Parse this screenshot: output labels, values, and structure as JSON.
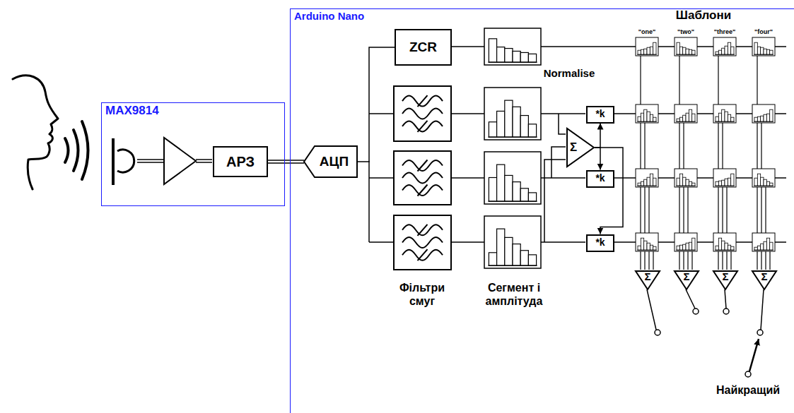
{
  "diagram": {
    "nodes": [
      {
        "text": [
          "MAX9814"
        ]
      },
      {
        "text": [
          "АРЗ"
        ],
        "in": 0
      },
      {
        "text": [
          "Arduino Nano"
        ]
      },
      {
        "text": [
          "АЦП"
        ],
        "in": 2
      },
      {
        "text": [
          "ZCR"
        ],
        "in": 2
      },
      {
        "text": [
          "Σ"
        ],
        "in": 2
      },
      {
        "text": [
          "*k"
        ],
        "in": 2
      },
      {
        "text": [
          "*k"
        ],
        "in": 2
      },
      {
        "text": [
          "*k"
        ],
        "in": 2
      },
      {
        "text": [
          "Σ"
        ],
        "in": 2
      },
      {
        "text": [
          "Σ"
        ],
        "in": 2
      },
      {
        "text": [
          "Σ"
        ],
        "in": 2
      },
      {
        "text": [
          "Σ"
        ],
        "in": 2
      }
    ],
    "edges": [
      {
        "from": 1,
        "to": 3,
        "arrow": "none"
      },
      {
        "from": 3,
        "to": 4,
        "arrow": "none"
      },
      {
        "from": 5,
        "to": 6,
        "arrow": "to"
      },
      {
        "from": 5,
        "to": 7,
        "arrow": "to"
      },
      {
        "from": 5,
        "to": 8,
        "arrow": "to"
      }
    ],
    "labels": [
      "Фільтри смуг",
      "Сегмент і амплітуда",
      "Normalise",
      "Шаблони",
      "\"one\"",
      "\"two\"",
      "\"three\"",
      "\"four\"",
      "Найкращий"
    ]
  }
}
